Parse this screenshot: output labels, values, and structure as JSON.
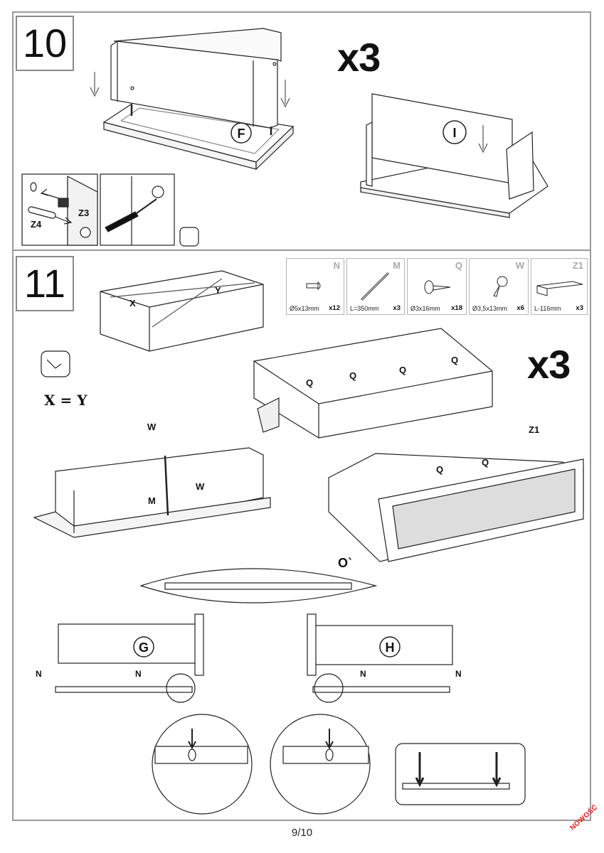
{
  "page": {
    "number": "9/10",
    "badge": "NOWOŚĆ"
  },
  "step10": {
    "number": "10",
    "multiplier": "x3",
    "callouts": {
      "panel_f": "F",
      "panel_i": "I",
      "z3": "Z3",
      "z4": "Z4"
    }
  },
  "step11": {
    "number": "11",
    "multiplier": "x3",
    "equation": "X = Y",
    "diagonal_labels": {
      "x": "X",
      "y": "Y"
    },
    "hardware": [
      {
        "code": "N",
        "spec": "Ø5x13mm",
        "qty": "x12"
      },
      {
        "code": "M",
        "spec": "L=350mm",
        "qty": "x3"
      },
      {
        "code": "Q",
        "spec": "Ø3x16mm",
        "qty": "x18"
      },
      {
        "code": "W",
        "spec": "Ø3,5x13mm",
        "qty": "x6"
      },
      {
        "code": "Z1",
        "spec": "L-116mm",
        "qty": "x3"
      }
    ],
    "callouts": {
      "q": "Q",
      "w": "W",
      "m": "M",
      "z1": "Z1",
      "n": "N",
      "rail": "O`",
      "left_panel": "G",
      "right_panel": "H"
    }
  }
}
